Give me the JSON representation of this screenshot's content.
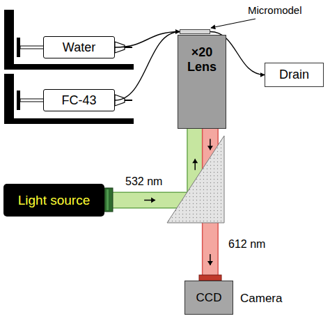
{
  "diagram": {
    "nodes": [
      {
        "text": [
          "Water"
        ]
      },
      {
        "text": [
          "FC-43"
        ]
      },
      {
        "text": [
          "Micromodel"
        ]
      },
      {
        "text": [
          "Drain"
        ]
      },
      {
        "text": [
          "×20 Lens"
        ]
      },
      {
        "text": [
          "Light source"
        ]
      },
      {
        "text": [
          "CCD",
          "Camera"
        ]
      }
    ],
    "edges": [
      {
        "from": 0,
        "to": 2,
        "arrow": "to"
      },
      {
        "from": 1,
        "to": 2,
        "arrow": "to"
      },
      {
        "from": 2,
        "to": 3,
        "arrow": "to"
      },
      {
        "from": 5,
        "to": 4,
        "label": "532 nm",
        "arrow": "to"
      },
      {
        "from": 4,
        "to": 6,
        "label": "612 nm",
        "arrow": "to"
      }
    ]
  }
}
